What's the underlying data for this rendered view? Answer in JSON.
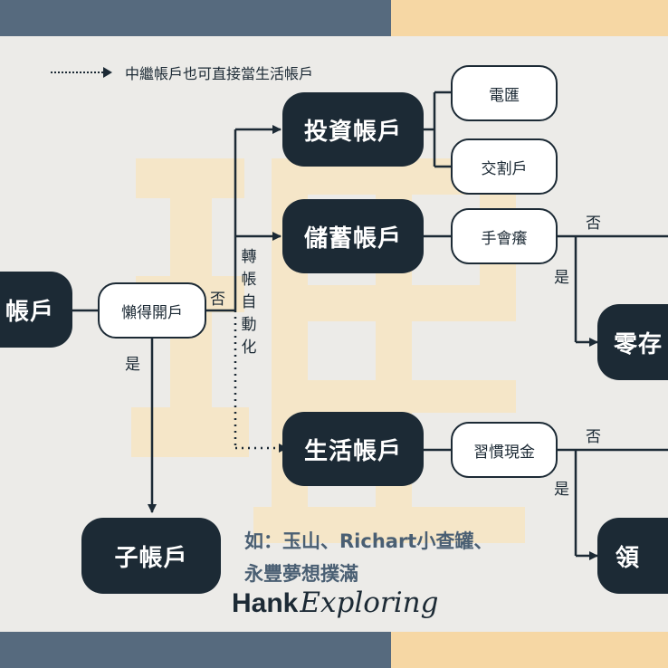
{
  "legend": {
    "text": "中繼帳戶也可直接當生活帳戶"
  },
  "nodes": {
    "main_partial": "帳戶",
    "lazy": "懶得開戶",
    "sub": "子帳戶",
    "invest": "投資帳戶",
    "savings": "儲蓄帳戶",
    "living": "生活帳戶",
    "remit": "電匯",
    "delivery": "交割戶",
    "itch": "手會癢",
    "habit": "習慣現金",
    "zero_partial": "零存",
    "ling_partial": "領"
  },
  "labels": {
    "no1": "否",
    "yes1": "是",
    "no2": "否",
    "yes2": "是",
    "no3": "否",
    "yes3": "是",
    "auto": [
      "轉",
      "帳",
      "自",
      "動",
      "化"
    ]
  },
  "example": {
    "line1": "如：玉山、Richart小查罐、",
    "line2": "永豐夢想撲滿"
  },
  "brand": {
    "main": "Hank",
    "script": "Exploring"
  },
  "colors": {
    "dark": "#1c2a35",
    "bar_dark": "#566a7e",
    "bar_light": "#f6d7a4",
    "bg": "#ecebe8",
    "watermark": "#f5e6c8"
  }
}
